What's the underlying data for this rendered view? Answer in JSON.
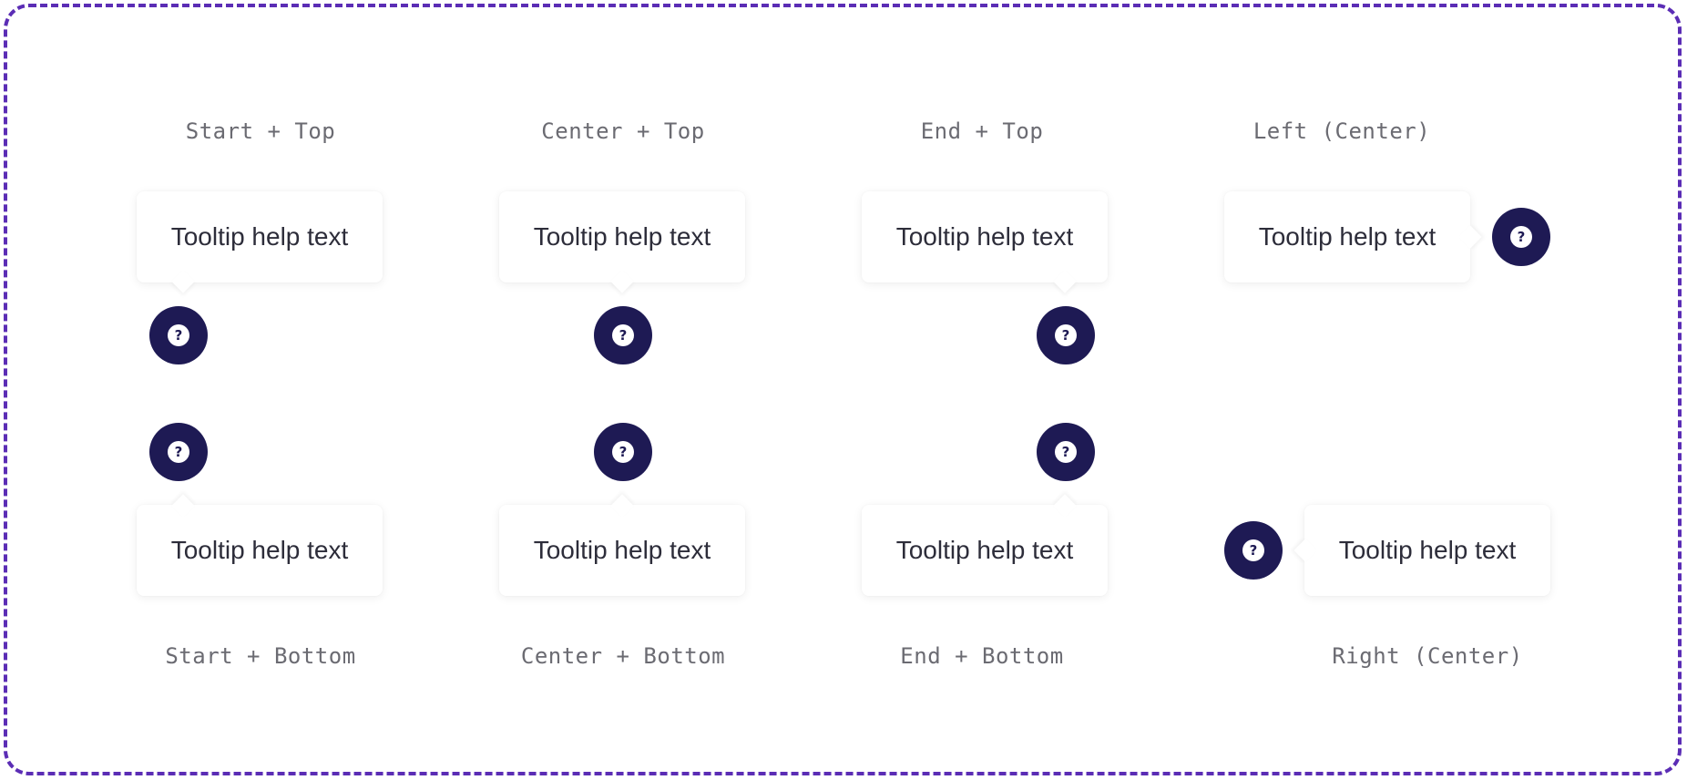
{
  "colors": {
    "frame": "#5b2db5",
    "button": "#1e1a54",
    "label": "#6b6b72",
    "text": "#2d2d3a"
  },
  "tooltip_text": "Tooltip help text",
  "help_icon_glyph": "?",
  "labels": {
    "start_top": "Start + Top",
    "center_top": "Center + Top",
    "end_top": "End + Top",
    "left_center": "Left (Center)",
    "start_bottom": "Start + Bottom",
    "center_bottom": "Center + Bottom",
    "end_bottom": "End + Bottom",
    "right_center": "Right (Center)"
  }
}
